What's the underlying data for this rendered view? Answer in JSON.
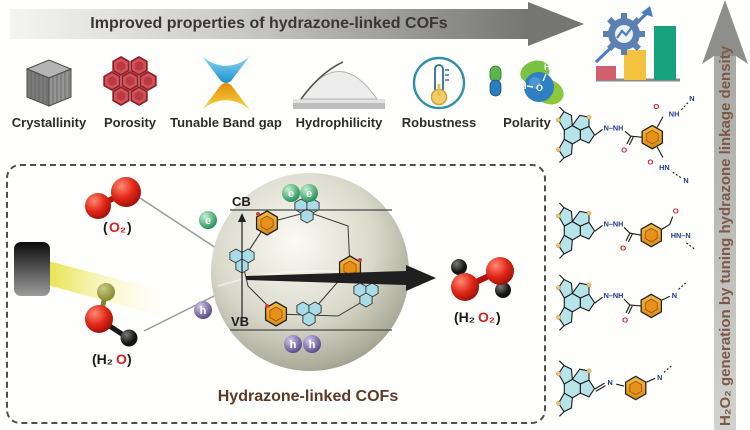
{
  "banner": {
    "label": "Improved properties of hydrazone-linked COFs"
  },
  "properties": [
    {
      "label": "Crystallinity",
      "icon": "cube-icon"
    },
    {
      "label": "Porosity",
      "icon": "honeycomb-icon"
    },
    {
      "label": "Tunable Band gap",
      "icon": "band-gap-icon"
    },
    {
      "label": "Hydrophilicity",
      "icon": "contact-angle-icon"
    },
    {
      "label": "Robustness",
      "icon": "thermometer-icon"
    },
    {
      "label": "Polarity",
      "icon": "water-molecule-icon"
    }
  ],
  "polarity_atoms": {
    "h_left": "H",
    "o": "O",
    "h_top": "H"
  },
  "panel": {
    "molecules": {
      "o2": {
        "open": "(",
        "formula": "O₂",
        "close": ")"
      },
      "h2o": {
        "open": "(H₂",
        "formula": "O",
        "close": ")"
      },
      "h2o2": {
        "open": "(H₂",
        "formula": "O₂",
        "close": ")"
      }
    },
    "band": {
      "cb": "CB",
      "vb": "VB"
    },
    "carriers": {
      "electron": "e",
      "hole": "h"
    },
    "caption": "Hydrazone-linked COFs"
  },
  "structures": [
    {
      "linkage": "N–NH",
      "o_left": "O",
      "o_top": "O",
      "nh_top": "NH",
      "n_top": "N",
      "o_bottom": "O",
      "hn_bottom": "HN",
      "n_bottom": "N"
    },
    {
      "linkage": "N–NH",
      "o_left": "O",
      "o_right": "O",
      "hn_right": "HN–N"
    },
    {
      "linkage": "N–NH",
      "o_left": "O",
      "n_right": "N"
    },
    {
      "linkage": "N",
      "n_right": "N"
    }
  ],
  "sidebar": {
    "arrow_label": "H₂O₂ generation by tuning hydrazone linkage density"
  },
  "colors": {
    "banner_gray": "#757573",
    "caption_brown": "#5d3a28",
    "sidebar_text_brown": "#7b5a49",
    "cof_ring_teal": "#b7e3ea",
    "linker_orange": "#f2a229",
    "oxygen_red": "#e02020",
    "electron_green": "#23915c",
    "hole_purple": "#60508e",
    "bar_red": "#d2606e",
    "bar_yellow": "#f3c23e",
    "bar_green": "#17a27e"
  }
}
